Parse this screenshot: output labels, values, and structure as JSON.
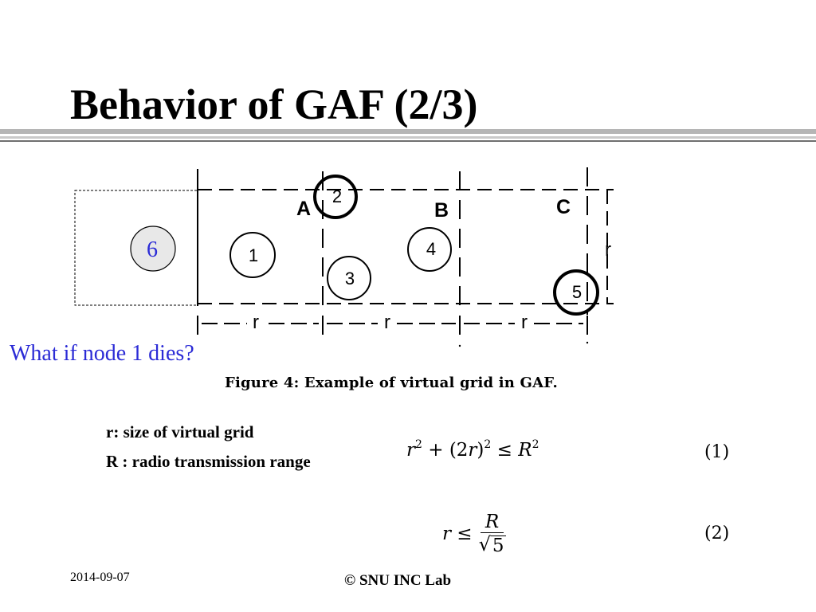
{
  "slide": {
    "title": "Behavior of GAF (2/3)",
    "question": "What if node 1 dies?",
    "caption": "Figure 4: Example of virtual grid in GAF.",
    "definitions": [
      "r: size of virtual grid",
      "R : radio transmission range"
    ],
    "equation_numbers": [
      "(1)",
      "(2)"
    ],
    "footer": {
      "date": "2014-09-07",
      "lab": "© SNU INC Lab"
    }
  },
  "diagram": {
    "grid_labels": [
      "A",
      "B",
      "C"
    ],
    "nodes": [
      "1",
      "2",
      "3",
      "4",
      "5",
      "6"
    ],
    "dimension_label": "r"
  },
  "colors": {
    "question_text": "#2b2bd6",
    "node_6_fill": "#e8e8e8",
    "node_6_text": "#2b2bd6"
  }
}
